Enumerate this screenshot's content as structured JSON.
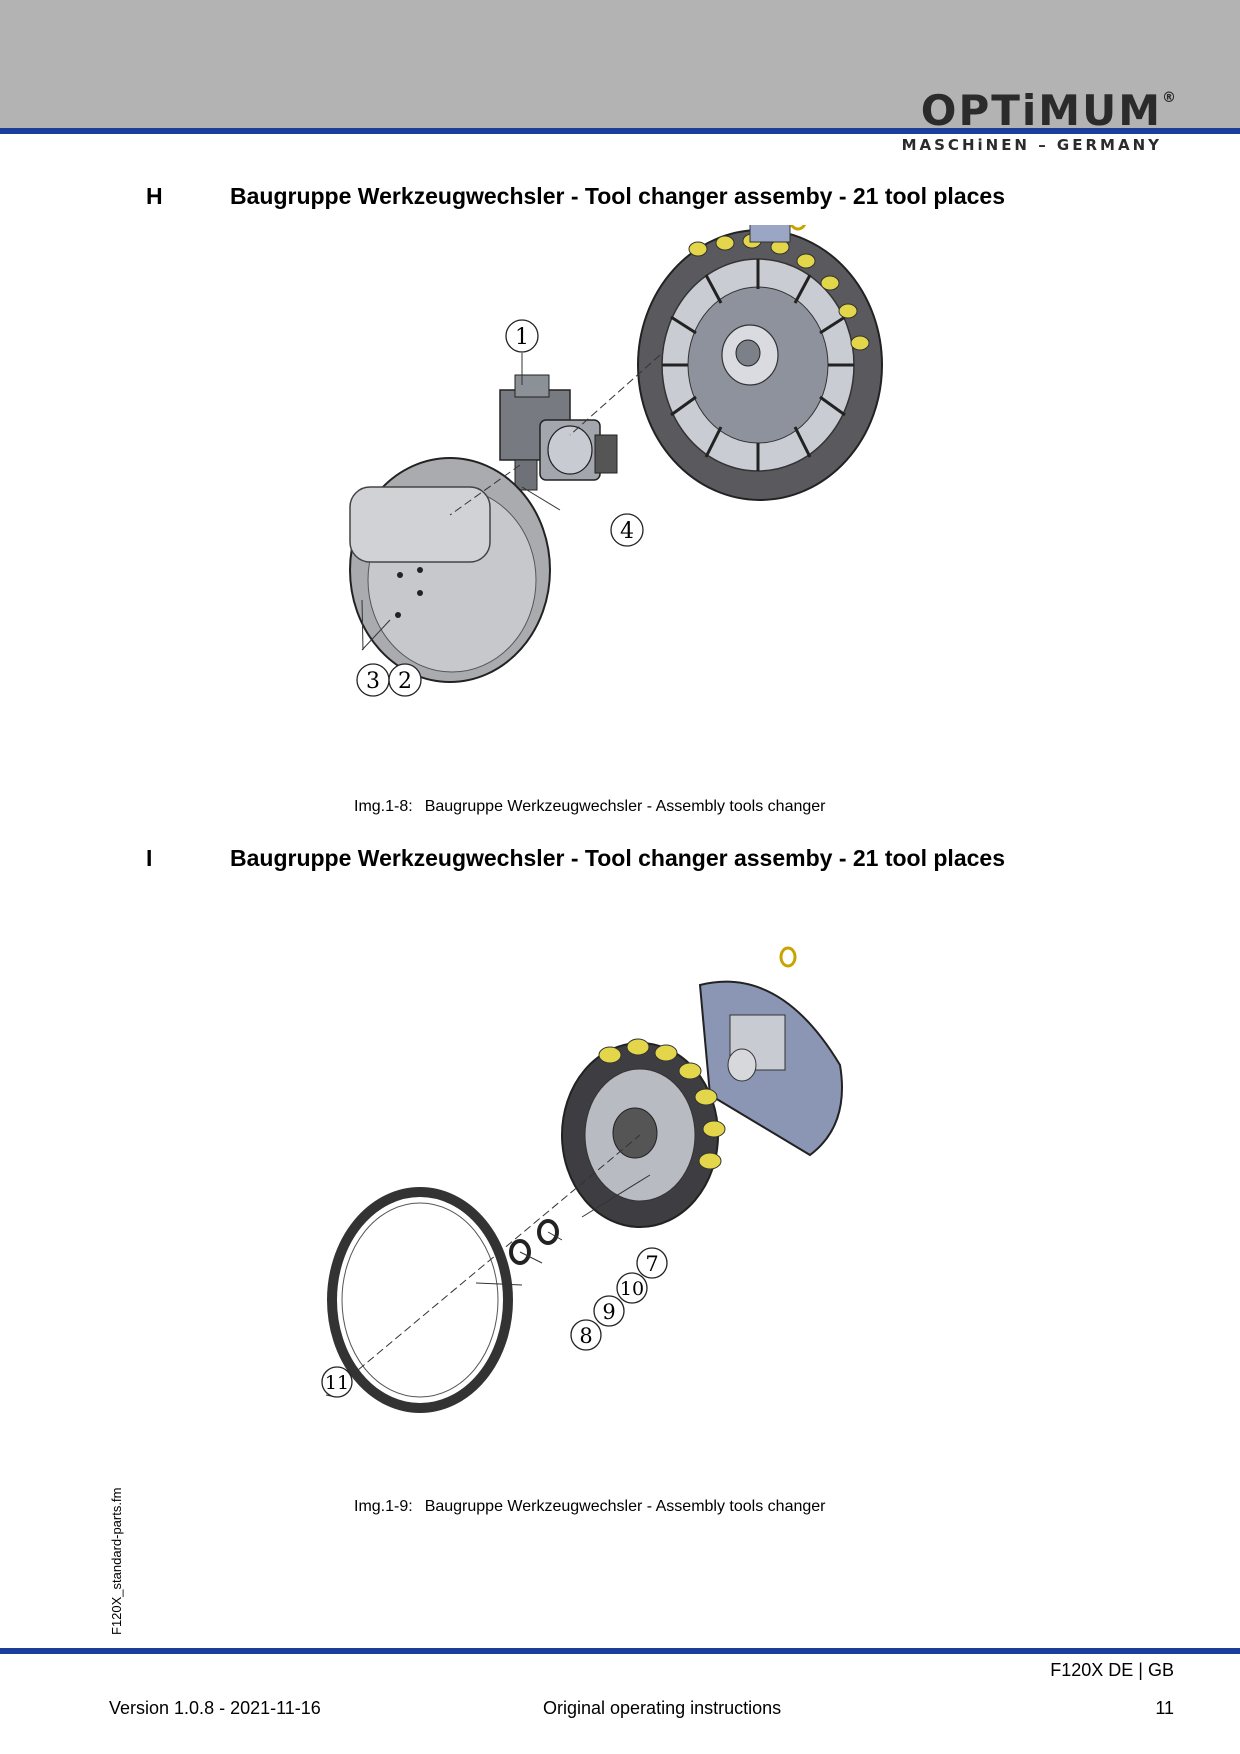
{
  "header": {
    "logo_text": "OPTiMUM",
    "logo_mark": "®",
    "logo_subtitle": "MASCHiNEN – GERMANY"
  },
  "sections": [
    {
      "letter": "H",
      "title": "Baugruppe Werkzeugwechsler - Tool changer assemby - 21 tool places",
      "caption_label": "Img.1-8:",
      "caption_text": "Baugruppe Werkzeugwechsler - Assembly tools changer",
      "callouts": [
        "1",
        "4",
        "3",
        "2"
      ]
    },
    {
      "letter": "I",
      "title": "Baugruppe Werkzeugwechsler - Tool changer assemby - 21 tool places",
      "caption_label": "Img.1-9:",
      "caption_text": "Baugruppe Werkzeugwechsler - Assembly tools changer",
      "callouts": [
        "7",
        "10",
        "9",
        "8",
        "11"
      ]
    }
  ],
  "sidebar": {
    "file_name": "F120X_standard-parts.fm"
  },
  "footer": {
    "document": "F120X  DE | GB",
    "version": "Version 1.0.8 - 2021-11-16",
    "center": "Original operating instructions",
    "page": "11"
  },
  "colors": {
    "header_gray": "#b3b3b3",
    "rule_blue": "#1a3e9a",
    "accent_yellow": "#e4d64a"
  }
}
